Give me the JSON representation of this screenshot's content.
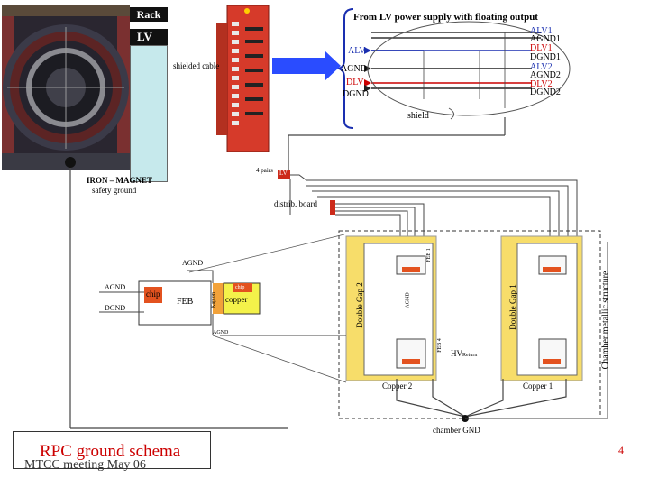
{
  "rack": {
    "title": "Rack",
    "lv_label": "LV"
  },
  "supply": {
    "title": "From LV power supply with floating output",
    "lines_left": [
      "ALV",
      "AGND",
      "DLV",
      "DGND"
    ],
    "lines_right": [
      "ALV1",
      "AGND1",
      "DLV1",
      "DGND1",
      "ALV2",
      "AGND2",
      "DLV2",
      "DGND2"
    ],
    "shield": "shield",
    "cable": "shielded cable"
  },
  "iron": {
    "line1": "IRON – MAGNET",
    "line2": "safety ground"
  },
  "distrib": {
    "pairs": "4 pairs",
    "lv": "LV",
    "board": "distrib. board"
  },
  "feb_detail": {
    "agnd_top": "AGND",
    "agnd_left": "AGND",
    "dgnd_left": "DGND",
    "chip": "chip",
    "feb": "FEB",
    "chip2": "chip",
    "copper": "copper",
    "kapton": "Kapton",
    "agnd_bottom": "AGND"
  },
  "gaps": {
    "gap2": "Double Gap 2",
    "gap1": "Double Gap 1",
    "feb1": "FEB 1",
    "feb4": "FEB 4",
    "agnd": "AGND",
    "hv_main": "HV",
    "hv_sub": "Return",
    "copper2": "Copper 2",
    "copper1": "Copper 1",
    "chamber_gnd": "chamber GND",
    "chamber_struct": "Chamber metallic structure"
  },
  "footer": {
    "title": "RPC ground schema",
    "subtitle": "MTCC meeting May 06",
    "page": "4"
  },
  "colors": {
    "red": "#cc0000",
    "rack_fill": "#c6e9ec",
    "gap_fill": "#f7dd6a",
    "chip": "#e3521f",
    "copper": "#f4f24a",
    "grey_card": "#ffffff"
  }
}
